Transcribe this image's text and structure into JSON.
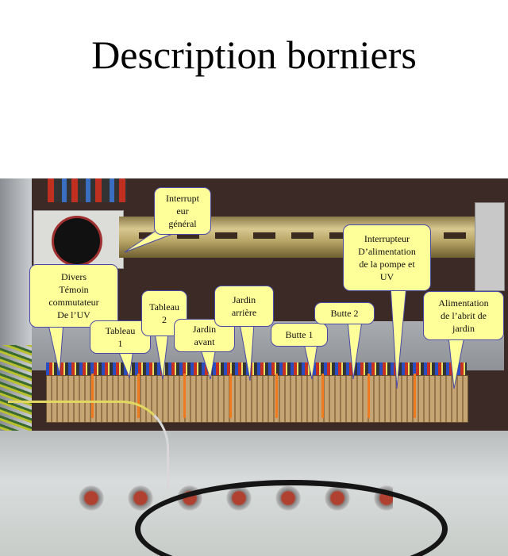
{
  "title": "Description borniers",
  "callouts": {
    "interrupteur_general": "Interrupt\neur\ngénéral",
    "divers": "Divers\nTémoin\ncommutateur\nDe l’UV",
    "tableau1": "Tableau\n1",
    "tableau2": "Tableau\n2",
    "jardin_avant": "Jardin\navant",
    "jardin_arriere": "Jardin\narrière",
    "butte1": "Butte 1",
    "butte2": "Butte 2",
    "interrupteur_pompe": "Interrupteur\nD’alimentation\nde la pompe et\nUV",
    "alimentation_abri": "Alimentation\nde l’abrit de\njardin"
  },
  "colors": {
    "callout_fill": "#ffff99",
    "callout_border": "#4a4aa8",
    "terminal": "#b8976a",
    "separator": "#f07a20"
  }
}
